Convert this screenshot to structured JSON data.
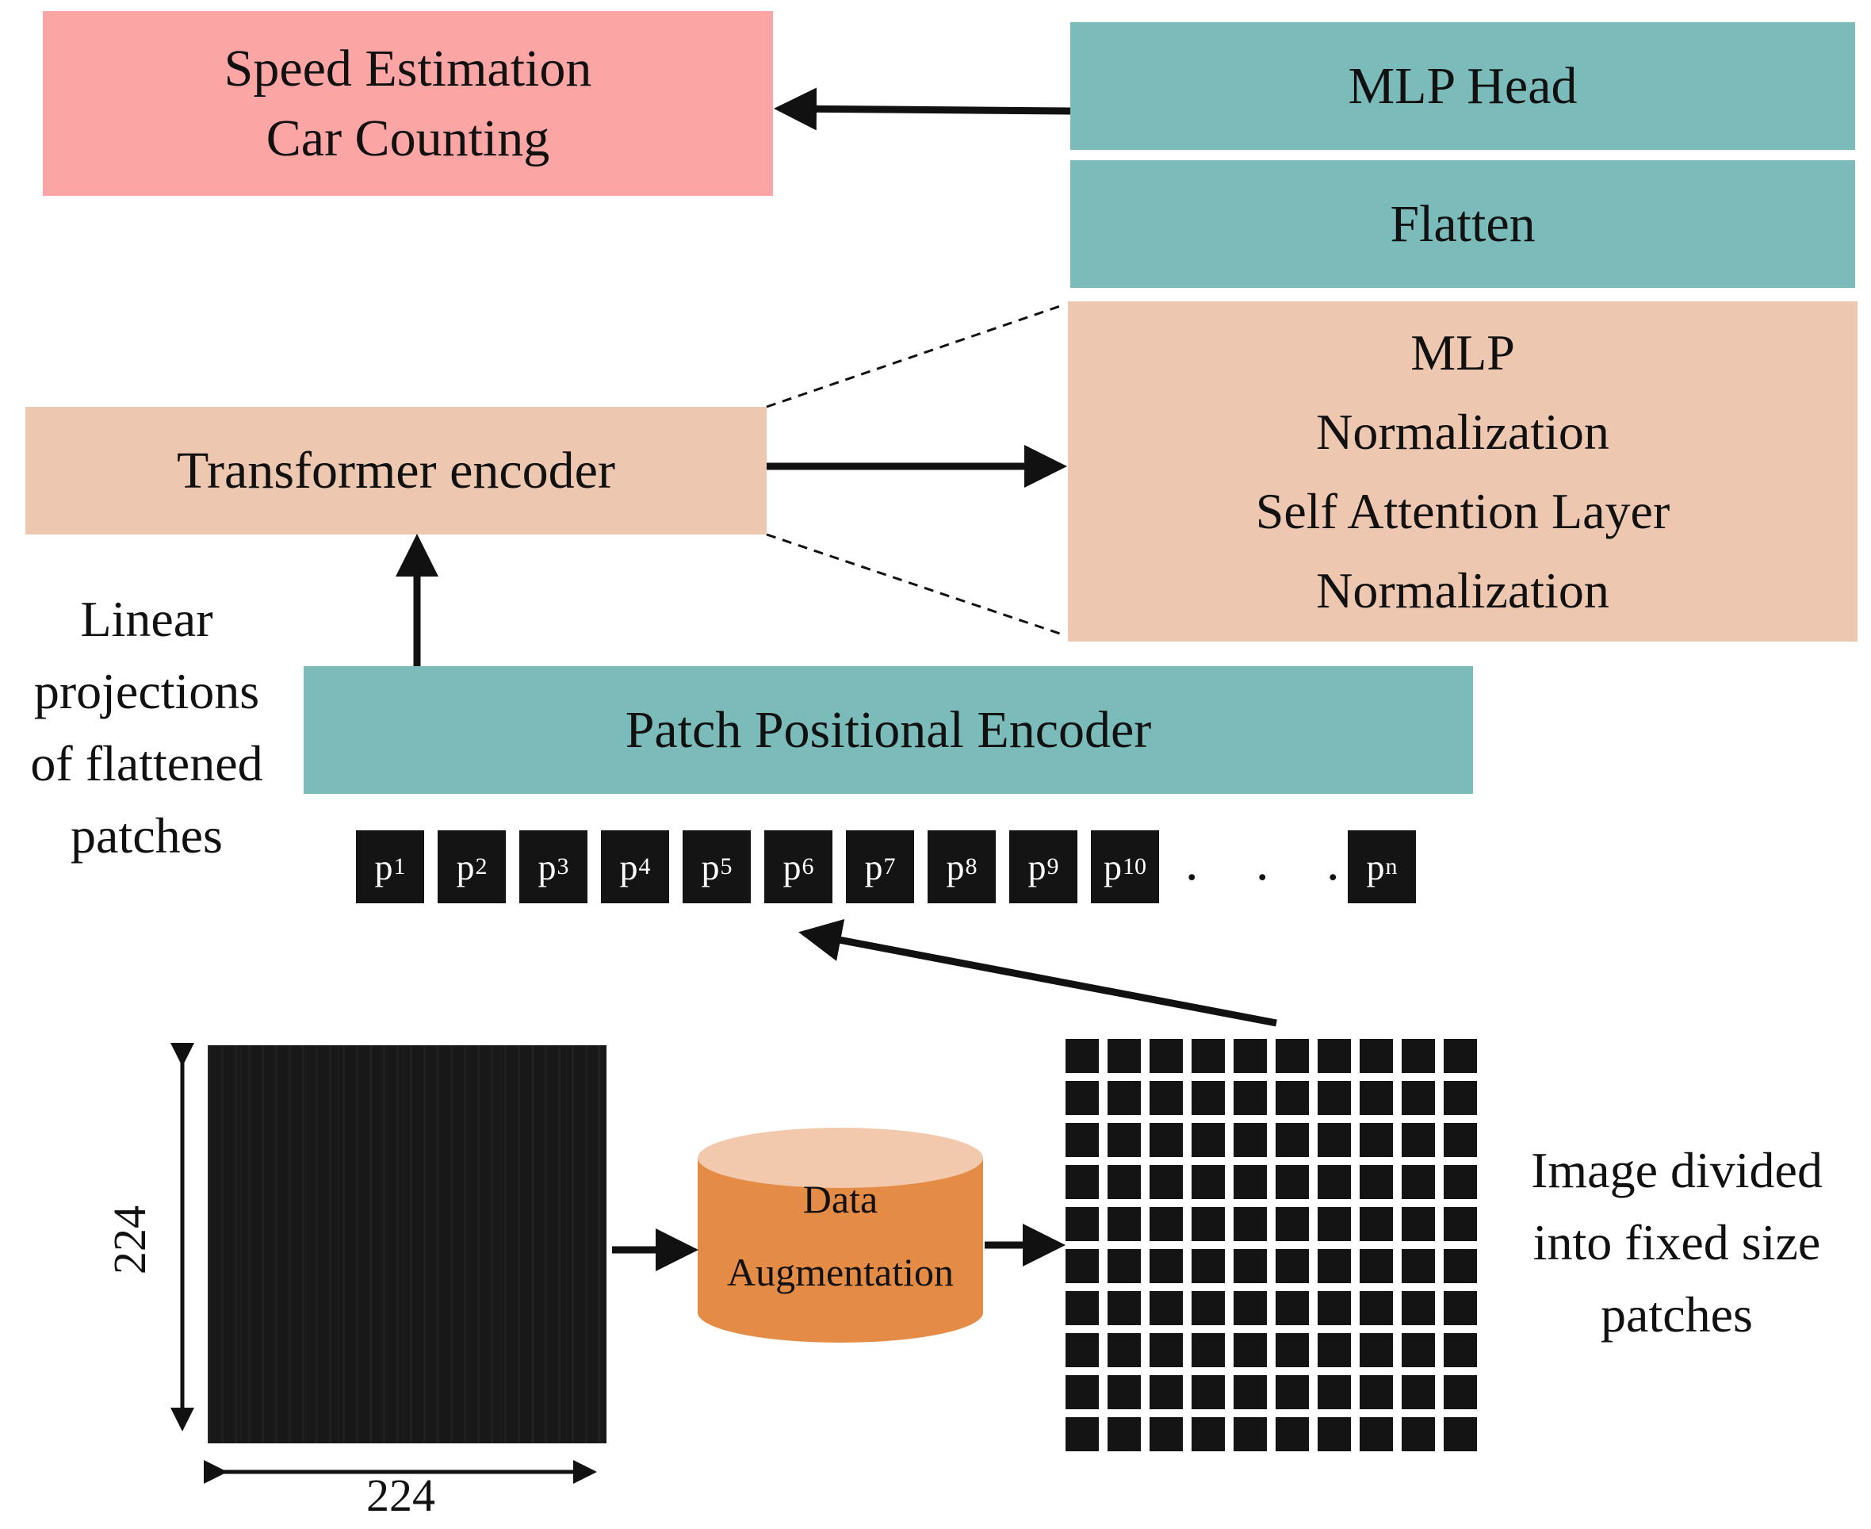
{
  "output_box": {
    "line1": "Speed Estimation",
    "line2": "Car Counting"
  },
  "mlp_head": "MLP Head",
  "flatten": "Flatten",
  "encoder_detail": [
    "MLP",
    "Normalization",
    "Self Attention Layer",
    "Normalization"
  ],
  "transformer_encoder": "Transformer encoder",
  "linear_proj": [
    "Linear",
    "projections",
    "of flattened",
    "patches"
  ],
  "patch_encoder": "Patch Positional Encoder",
  "patches": [
    {
      "base": "p",
      "sub": "1"
    },
    {
      "base": "p",
      "sub": "2"
    },
    {
      "base": "p",
      "sub": "3"
    },
    {
      "base": "p",
      "sub": "4"
    },
    {
      "base": "p",
      "sub": "5"
    },
    {
      "base": "p",
      "sub": "6"
    },
    {
      "base": "p",
      "sub": "7"
    },
    {
      "base": "p",
      "sub": "8"
    },
    {
      "base": "p",
      "sub": "9"
    },
    {
      "base": "p",
      "sub": "10"
    }
  ],
  "patch_dots": ". . .",
  "patch_last": {
    "base": "p",
    "sub": "n"
  },
  "augmentation": {
    "line1": "Data",
    "line2": "Augmentation"
  },
  "dim_height": "224",
  "dim_width": "224",
  "divided_label": [
    "Image divided",
    "into fixed size",
    "patches"
  ],
  "colors": {
    "pink": "#fca5a5",
    "teal": "#7bbcba",
    "tan": "#edc7b0",
    "orange": "#e48b45"
  }
}
